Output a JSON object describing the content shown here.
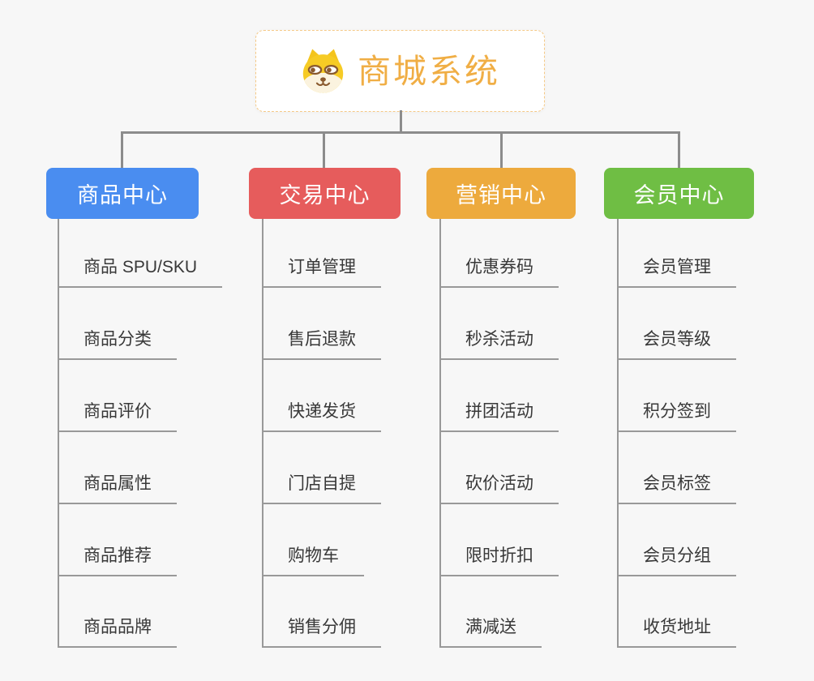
{
  "app": {
    "type": "mindmap",
    "background_color": "#f7f7f7",
    "connector_color": "#8c8c8c",
    "child_line_color": "#999999",
    "child_text_color": "#383838"
  },
  "root": {
    "title": "商城系统",
    "icon": "dog-face-icon",
    "title_color": "#f0ae45",
    "border_color": "#f5c987"
  },
  "branches": [
    {
      "id": "product-center",
      "label": "商品中心",
      "color": "#4a8df0",
      "children": [
        "商品 SPU/SKU",
        "商品分类",
        "商品评价",
        "商品属性",
        "商品推荐",
        "商品品牌"
      ]
    },
    {
      "id": "trade-center",
      "label": "交易中心",
      "color": "#e65c5c",
      "children": [
        "订单管理",
        "售后退款",
        "快递发货",
        "门店自提",
        "购物车",
        "销售分佣"
      ]
    },
    {
      "id": "marketing-center",
      "label": "营销中心",
      "color": "#edaa3d",
      "children": [
        "优惠券码",
        "秒杀活动",
        "拼团活动",
        "砍价活动",
        "限时折扣",
        "满减送"
      ]
    },
    {
      "id": "member-center",
      "label": "会员中心",
      "color": "#6fbe44",
      "children": [
        "会员管理",
        "会员等级",
        "积分签到",
        "会员标签",
        "会员分组",
        "收货地址"
      ]
    }
  ]
}
